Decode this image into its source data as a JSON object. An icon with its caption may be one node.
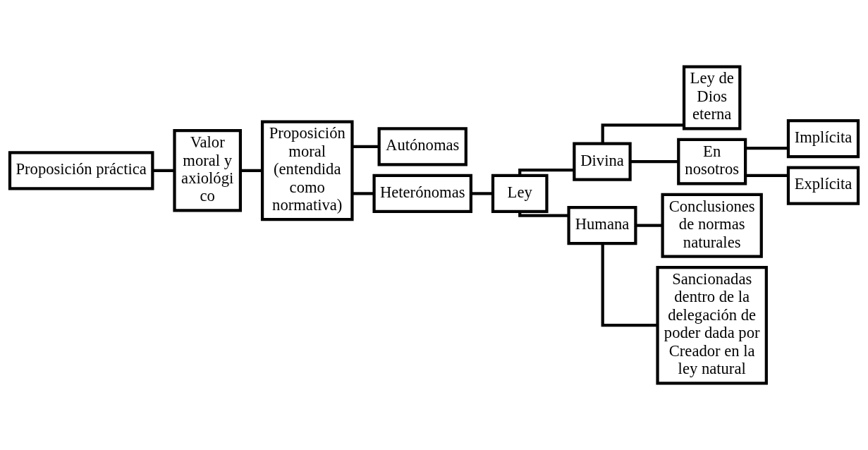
{
  "diagram": {
    "nodes": [
      {
        "text": [
          "Proposición práctica"
        ]
      },
      {
        "text": [
          "Valor moral y axiológico"
        ]
      },
      {
        "text": [
          "Proposición moral (entendida como normativa)"
        ]
      },
      {
        "text": [
          "Autónomas"
        ]
      },
      {
        "text": [
          "Heterónomas"
        ]
      },
      {
        "text": [
          "Ley"
        ]
      },
      {
        "text": [
          "Divina"
        ]
      },
      {
        "text": [
          "Ley de Dios eterna"
        ]
      },
      {
        "text": [
          "En nosotros"
        ]
      },
      {
        "text": [
          "Implícita"
        ]
      },
      {
        "text": [
          "Explícita"
        ]
      },
      {
        "text": [
          "Humana"
        ]
      },
      {
        "text": [
          "Conclusiones de normas naturales"
        ]
      },
      {
        "text": [
          "Sancionadas dentro de la delegación de poder dada por Creador en la ley natural"
        ]
      }
    ],
    "edges": [
      {
        "from": 0,
        "to": 1,
        "arrow": "none"
      },
      {
        "from": 1,
        "to": 2,
        "arrow": "none"
      },
      {
        "from": 2,
        "to": 3,
        "arrow": "none"
      },
      {
        "from": 2,
        "to": 4,
        "arrow": "none"
      },
      {
        "from": 4,
        "to": 5,
        "arrow": "none"
      },
      {
        "from": 5,
        "to": 6,
        "arrow": "none"
      },
      {
        "from": 5,
        "to": 11,
        "arrow": "none"
      },
      {
        "from": 6,
        "to": 7,
        "arrow": "none"
      },
      {
        "from": 6,
        "to": 8,
        "arrow": "none"
      },
      {
        "from": 8,
        "to": 9,
        "arrow": "none"
      },
      {
        "from": 8,
        "to": 10,
        "arrow": "none"
      },
      {
        "from": 11,
        "to": 12,
        "arrow": "none"
      },
      {
        "from": 11,
        "to": 13,
        "arrow": "none"
      }
    ]
  }
}
